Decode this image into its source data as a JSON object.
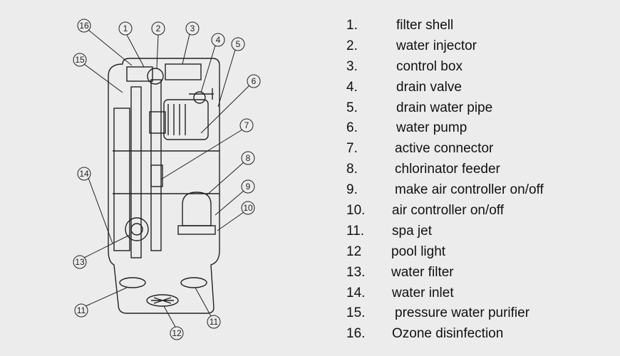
{
  "legend": [
    {
      "num": "1.",
      "label": "filter shell"
    },
    {
      "num": "2.",
      "label": "water injector"
    },
    {
      "num": "3.",
      "label": "control box"
    },
    {
      "num": "4.",
      "label": "drain valve"
    },
    {
      "num": "5.",
      "label": "drain water pipe"
    },
    {
      "num": "6.",
      "label": "water pump"
    },
    {
      "num": "7.",
      "label": "active connector"
    },
    {
      "num": "8.",
      "label": "chlorinator feeder"
    },
    {
      "num": "9.",
      "label": "make air controller on/off"
    },
    {
      "num": "10.",
      "label": "air controller on/off"
    },
    {
      "num": "11.",
      "label": "spa jet"
    },
    {
      "num": "12",
      "label": "pool light"
    },
    {
      "num": "13.",
      "label": "water filter"
    },
    {
      "num": "14.",
      "label": "water inlet"
    },
    {
      "num": "15.",
      "label": "pressure water purifier"
    },
    {
      "num": "16.",
      "label": "Ozone disinfection"
    }
  ],
  "callouts": [
    "16",
    "1",
    "2",
    "3",
    "4",
    "5",
    "15",
    "6",
    "7",
    "8",
    "14",
    "9",
    "10",
    "13",
    "11",
    "11",
    "12"
  ]
}
